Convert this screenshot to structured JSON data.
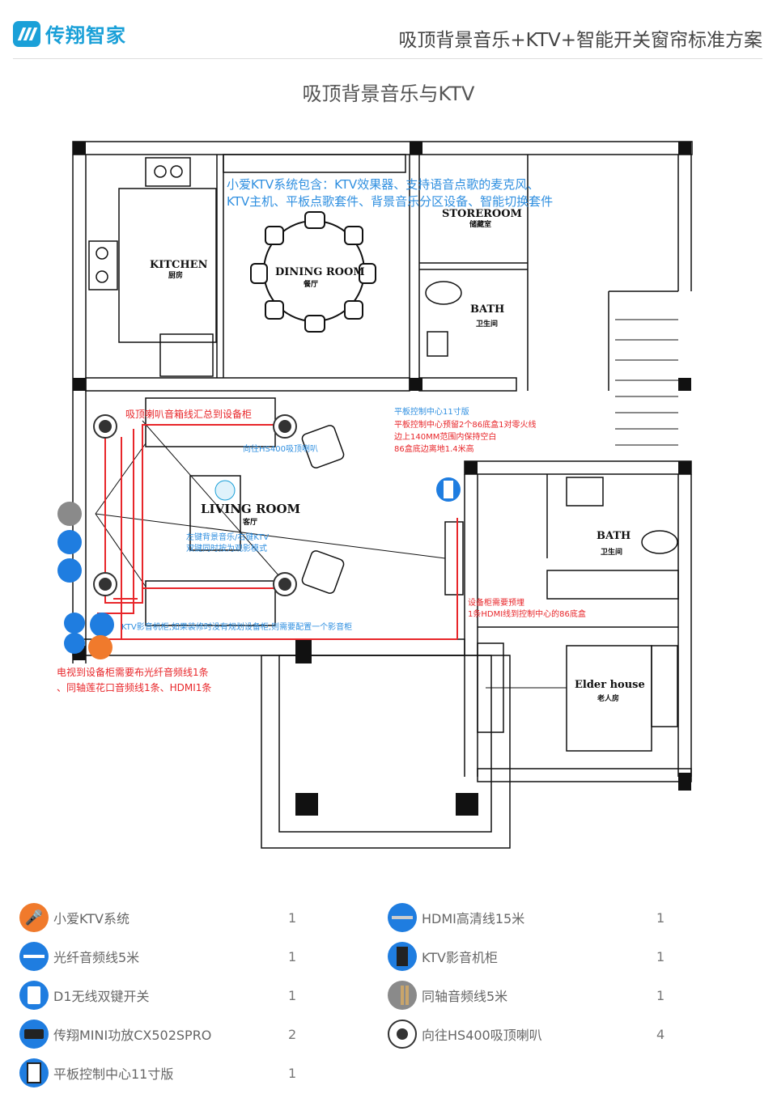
{
  "header": {
    "logo_text": "传翔智家",
    "title": "吸顶背景音乐+KTV+智能开关窗帘标准方案"
  },
  "section_title": "吸顶背景音乐与KTV",
  "plan": {
    "room_labels": {
      "kitchen": "KITCHEN",
      "kitchen_cn": "厨房",
      "dining": "DINING ROOM",
      "dining_cn": "餐厅",
      "storeroom": "STOREROOM",
      "storeroom_cn": "储藏室",
      "bath1": "BATH",
      "bath1_cn": "卫生间",
      "living": "LIVING ROOM",
      "living_cn": "客厅",
      "bath2": "BATH",
      "bath2_cn": "卫生间",
      "elder": "Elder house",
      "elder_cn": "老人房"
    },
    "notes": {
      "ktv_system_1": "小爱KTV系统包含：KTV效果器、支持语音点歌的麦克风、",
      "ktv_system_2": "KTV主机、平板点歌套件、背景音乐分区设备、智能切换套件",
      "speaker_wires": "吸顶喇叭音箱线汇总到设备柜",
      "speaker_direction": "向往HS400吸顶喇叭",
      "panel_title": "平板控制中心11寸版",
      "panel_2": "平板控制中心预留2个86底盒1对零火线",
      "panel_3": "边上140MM范围内保持空白",
      "panel_4": "86盒底边离地1.4米高",
      "switch_1": "左键背景音乐/右键KTV",
      "switch_2": "双键同时按为观影模式",
      "cabinet_note": "KTV影音机柜,如果装修时没有规划设备柜,则需要配置一个影音柜",
      "tv_note_1": "电视到设备柜需要布光纤音频线1条",
      "tv_note_2": "、同轴莲花口音频线1条、HDMI1条",
      "hdmi_note_1": "设备柜需要预埋",
      "hdmi_note_2": "1条HDMI线到控制中心的86底盒"
    }
  },
  "legend": {
    "items": [
      {
        "name": "小爱KTV系统",
        "qty": "1",
        "icon": "microphone-icon"
      },
      {
        "name": "光纤音频线5米",
        "qty": "1",
        "icon": "optical-cable-icon"
      },
      {
        "name": "D1无线双键开关",
        "qty": "1",
        "icon": "wireless-switch-icon"
      },
      {
        "name": "传翔MINI功放CX502SPRO",
        "qty": "2",
        "icon": "amplifier-icon"
      },
      {
        "name": "平板控制中心11寸版",
        "qty": "1",
        "icon": "tablet-icon"
      },
      {
        "name": "HDMI高清线15米",
        "qty": "1",
        "icon": "hdmi-cable-icon"
      },
      {
        "name": "KTV影音机柜",
        "qty": "1",
        "icon": "cabinet-icon"
      },
      {
        "name": "同轴音频线5米",
        "qty": "1",
        "icon": "coaxial-cable-icon"
      },
      {
        "name": "向往HS400吸顶喇叭",
        "qty": "4",
        "icon": "ceiling-speaker-icon"
      }
    ]
  },
  "colors": {
    "brand": "#1aa0d8",
    "note_blue": "#2f8fe0",
    "note_red": "#e8262a",
    "icon_orange": "#f07a2c",
    "icon_blue": "#1f7de0",
    "icon_gray": "#8a8a8a"
  }
}
